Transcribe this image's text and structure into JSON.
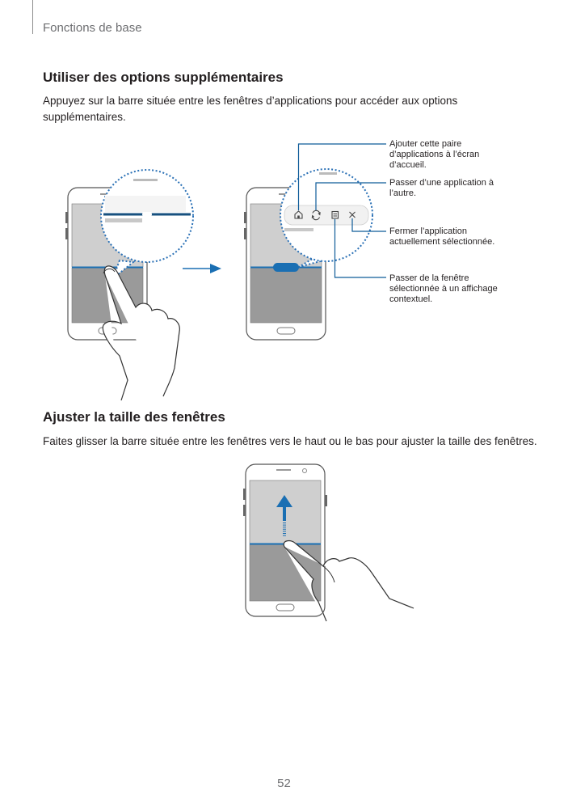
{
  "header": {
    "chapter": "Fonctions de base"
  },
  "section1": {
    "title": "Utiliser des options supplémentaires",
    "body_line1": "Appuyez sur la barre située entre les fenêtres d’applications pour accéder aux options",
    "body_line2": "supplémentaires."
  },
  "callouts": {
    "add_pair_line1": "Ajouter cette paire",
    "add_pair_line2": "d’applications à l’écran",
    "add_pair_line3": "d’accueil.",
    "switch_line1": "Passer d’une application à",
    "switch_line2": "l’autre.",
    "close_line1": "Fermer l’application",
    "close_line2": "actuellement sélectionnée.",
    "popup_line1": "Passer de la fenêtre",
    "popup_line2": "sélectionnée à un affichage",
    "popup_line3": "contextuel."
  },
  "section2": {
    "title": "Ajuster la taille des fenêtres",
    "body": "Faites glisser la barre située entre les fenêtres vers le haut ou le bas pour ajuster la taille des fenêtres."
  },
  "page_number": "52",
  "icons": [
    "home-icon",
    "swap-icon",
    "popup-view-icon",
    "close-icon",
    "arrow-right-icon",
    "arrow-up-icon",
    "hand-pointer-icon"
  ],
  "colors": {
    "accent_blue": "#1a6fb3",
    "line_blue": "#0f5c99",
    "screen_light": "#cfcfcf",
    "screen_dark": "#9a9a9a"
  }
}
